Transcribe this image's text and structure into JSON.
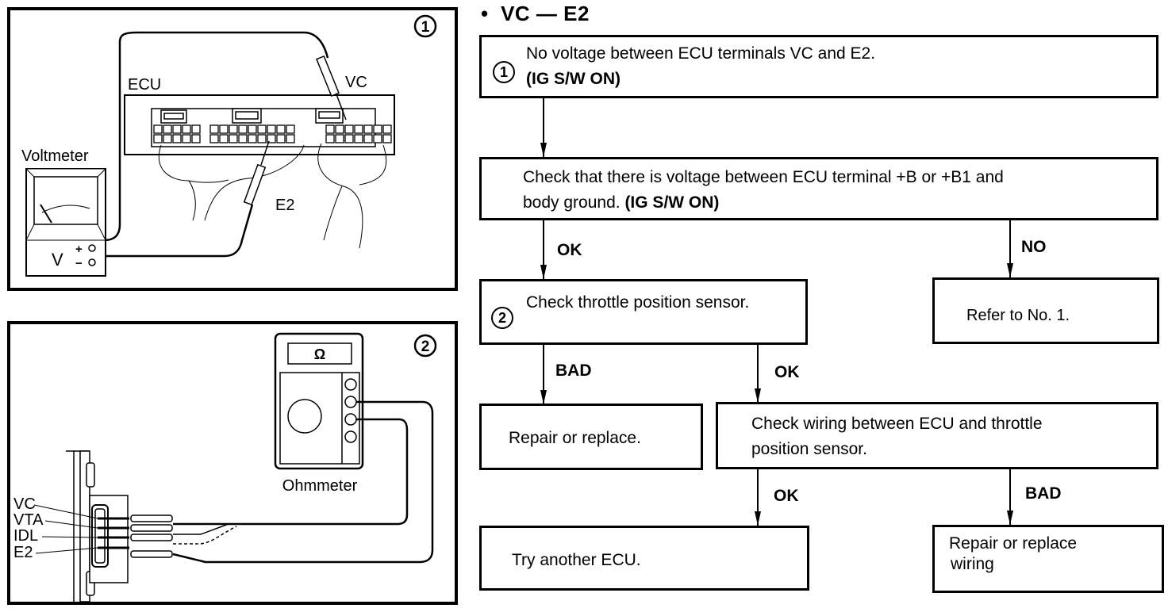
{
  "title": {
    "bullet": "•",
    "text": "VC — E2"
  },
  "figure1": {
    "number": "1",
    "ecu_label": "ECU",
    "vc_label": "VC",
    "e2_label": "E2",
    "meter_label": "Voltmeter",
    "meter_symbol": "V",
    "plus": "+",
    "minus": "−"
  },
  "figure2": {
    "number": "2",
    "meter_label": "Ohmmeter",
    "meter_symbol": "Ω",
    "terminals": [
      "VC",
      "VTA",
      "IDL",
      "E2"
    ]
  },
  "flowchart": {
    "step1": {
      "number": "1",
      "line1": "No voltage between ECU terminals VC and E2.",
      "line2": "(IG S/W ON)"
    },
    "check_voltage": {
      "line1": "Check that there is voltage between ECU terminal +B or +B1 and",
      "line2_plain": "body ground. ",
      "line2_bold": "(IG S/W ON)"
    },
    "edge_ok_1": "OK",
    "edge_no_1": "NO",
    "step2": {
      "number": "2",
      "text": "Check throttle position sensor."
    },
    "refer": "Refer to No. 1.",
    "edge_bad_1": "BAD",
    "edge_ok_2": "OK",
    "repair_replace": "Repair or replace.",
    "check_wiring": {
      "line1": "Check wiring between ECU and throttle",
      "line2": "position sensor."
    },
    "edge_ok_3": "OK",
    "edge_bad_2": "BAD",
    "try_ecu": "Try another ECU.",
    "repair_wiring": {
      "line1": "Repair or replace",
      "line2": "wiring"
    }
  }
}
